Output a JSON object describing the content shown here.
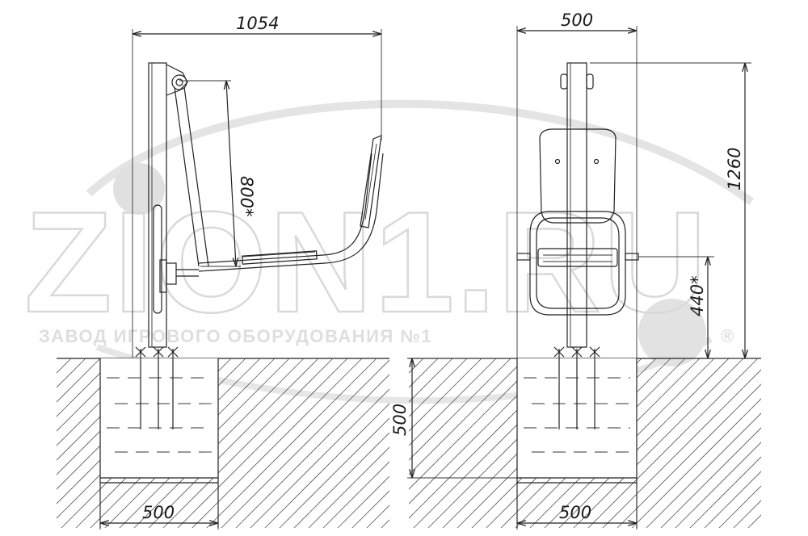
{
  "watermark": {
    "logo_text": "ZION1.RU",
    "company_line": "ЗАВОД ИГРОВОГО ОБОРУДОВАНИЯ №1",
    "registered_mark": "®"
  },
  "dimensions": {
    "side_width": "1054",
    "side_pivot_length": "800*",
    "side_foundation_width": "500",
    "front_width": "500",
    "front_height": "1260",
    "front_seat_height": "440*",
    "front_foundation_depth": "500",
    "front_foundation_width": "500"
  },
  "colors": {
    "line": "#222222",
    "background": "#ffffff",
    "watermark": "#d9d9d9"
  }
}
